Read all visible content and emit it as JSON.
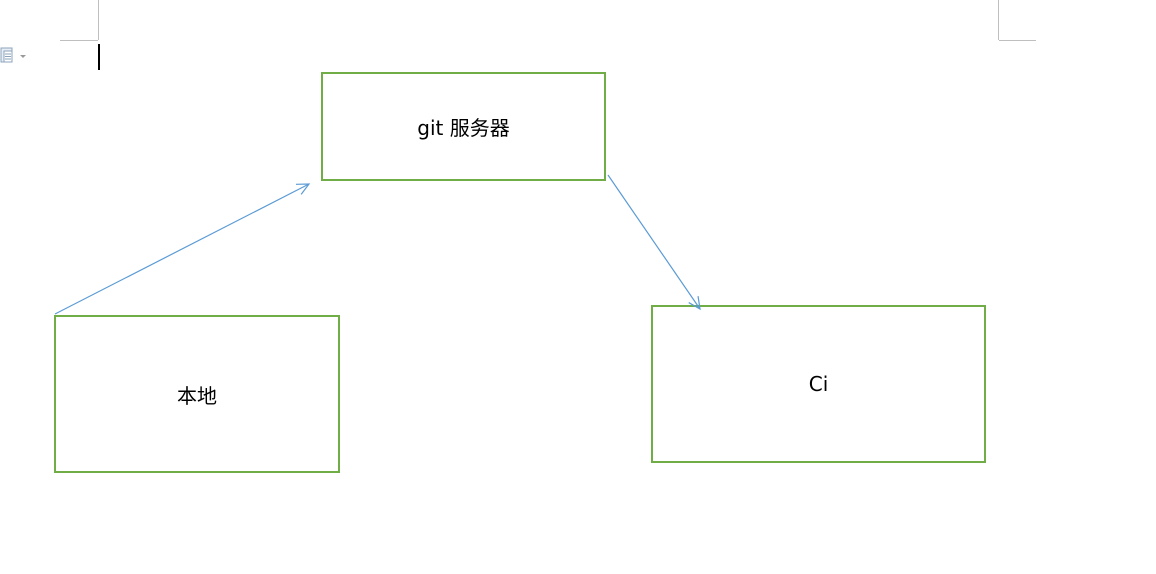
{
  "diagram": {
    "nodes": {
      "git_server": {
        "label": "git 服务器"
      },
      "local": {
        "label": "本地"
      },
      "ci": {
        "label": "Ci"
      }
    },
    "edges": [
      {
        "from": "local",
        "to": "git_server"
      },
      {
        "from": "git_server",
        "to": "ci"
      }
    ],
    "colors": {
      "box_border": "#70ad47",
      "arrow": "#5b9bd5"
    }
  },
  "editor": {
    "paste_options_icon": "paste-options-icon"
  }
}
